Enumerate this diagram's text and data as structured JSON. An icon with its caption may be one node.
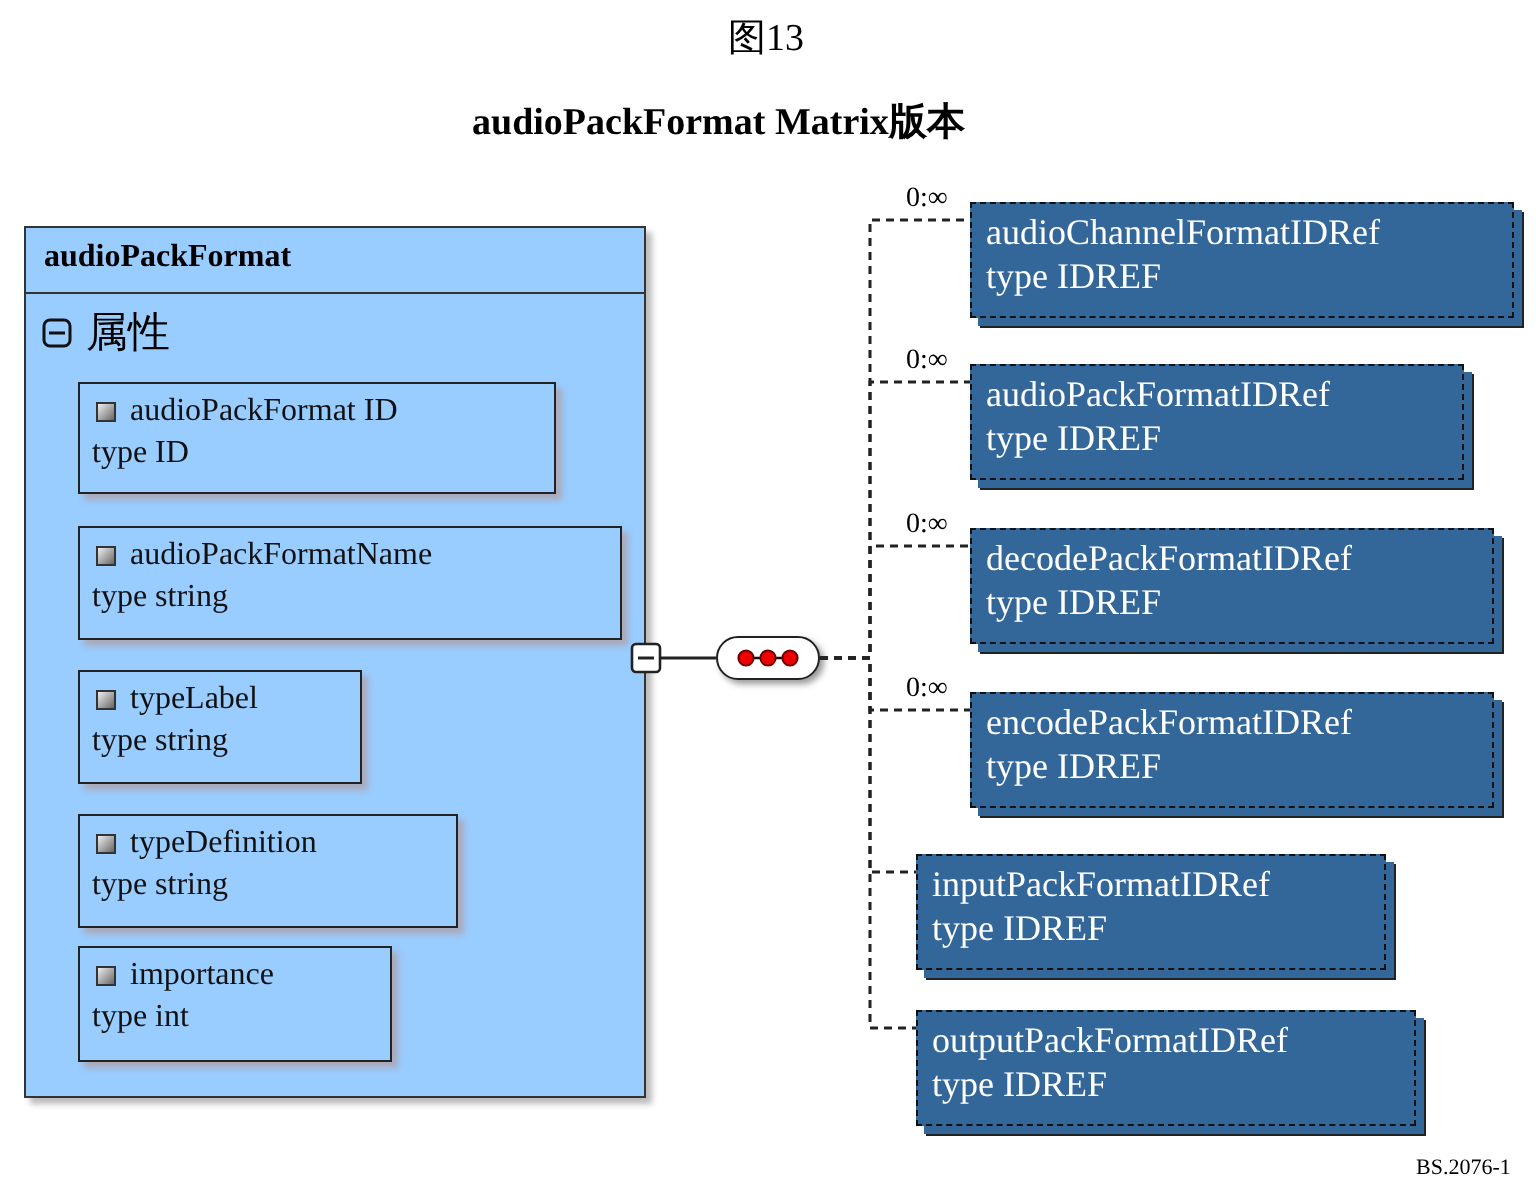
{
  "diagram": {
    "title": "audioPackFormat Matrix版本",
    "nodes": [
      {
        "text": [
          "audioPackFormat",
          "属性"
        ]
      },
      {
        "text": [
          "audioPackFormat ID",
          "type ID"
        ],
        "in": 0
      },
      {
        "text": [
          "audioPackFormatName",
          "type string"
        ],
        "in": 0
      },
      {
        "text": [
          "typeLabel",
          "type string"
        ],
        "in": 0
      },
      {
        "text": [
          "typeDefinition",
          "type string"
        ],
        "in": 0
      },
      {
        "text": [
          "importance",
          "type int"
        ],
        "in": 0
      },
      {
        "text": [],
        "shape": "box"
      },
      {
        "text": [
          "audioChannelFormatIDRef",
          "type IDREF"
        ]
      },
      {
        "text": [
          "audioPackFormatIDRef",
          "type IDREF"
        ]
      },
      {
        "text": [
          "decodePackFormatIDRef",
          "type IDREF"
        ]
      },
      {
        "text": [
          "encodePackFormatIDRef",
          "type IDREF"
        ]
      },
      {
        "text": [
          "inputPackFormatIDRef",
          "type IDREF"
        ]
      },
      {
        "text": [
          "outputPackFormatIDRef",
          "type IDREF"
        ]
      }
    ],
    "edges": [
      {
        "from": 0,
        "to": 6,
        "arrow": "other"
      },
      {
        "from": 6,
        "to": 7,
        "arrow": "none",
        "style": "dashed",
        "label": "0:∞"
      },
      {
        "from": 6,
        "to": 8,
        "arrow": "none",
        "style": "dashed",
        "label": "0:∞"
      },
      {
        "from": 6,
        "to": 9,
        "arrow": "none",
        "style": "dashed",
        "label": "0:∞"
      },
      {
        "from": 6,
        "to": 10,
        "arrow": "none",
        "style": "dashed",
        "label": "0:∞"
      },
      {
        "from": 6,
        "to": 11,
        "arrow": "none",
        "style": "dashed"
      },
      {
        "from": 6,
        "to": 12,
        "arrow": "none",
        "style": "dashed"
      }
    ],
    "labels": [
      "图13",
      "BS.2076-1"
    ]
  }
}
